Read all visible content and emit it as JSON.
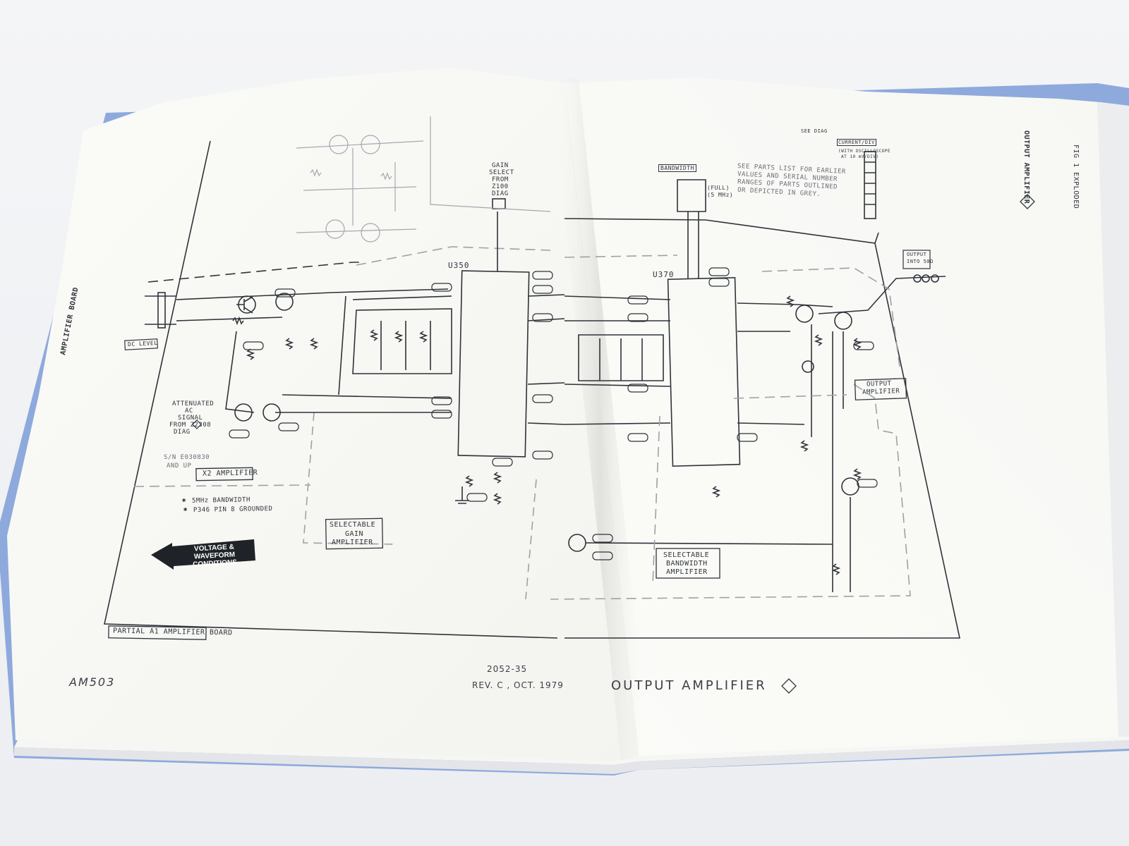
{
  "scene": {
    "description_type": "photo",
    "colors": {
      "binder_blue": "#8ea9dc",
      "page": "#fbfbf8",
      "ink": "#2f343a",
      "grey_ink": "#a4a8ae",
      "background": "#f2f3f5"
    }
  },
  "left_page": {
    "title_box": "PARTIAL A1 AMPLIFIER BOARD",
    "amplifier_box": "X2 AMPLIFIER",
    "gain_box_line1": "SELECTABLE",
    "gain_box_line2": "GAIN",
    "gain_box_line3": "AMPLIFIER",
    "note_1": "5MHz BANDWIDTH",
    "note_2": "P346 PIN 8 GROUNDED",
    "serial_1": "S/N E030830",
    "serial_2": "AND UP",
    "attenuated_1": "ATTENUATED",
    "attenuated_2": "AC",
    "attenuated_3": "SIGNAL",
    "attenuated_4": "FROM Z2308",
    "attenuated_5": "DIAG",
    "dc_level": "DC LEVEL",
    "arrow_line1": "VOLTAGE & WAVEFORM",
    "arrow_line2": "CONDITIONS",
    "gain_select_1": "GAIN",
    "gain_select_2": "SELECT",
    "gain_select_3": "FROM",
    "gain_select_4": "Z100",
    "gain_select_5": "DIAG",
    "ic_label": "U350",
    "side_tab": "AMPLIFIER BOARD",
    "footer_left": "AM503",
    "footer_doc": "2052-35",
    "footer_rev": "REV. C , OCT. 1979"
  },
  "right_page": {
    "bandwidth_box_1": "SELECTABLE",
    "bandwidth_box_2": "BANDWIDTH",
    "bandwidth_box_3": "AMPLIFIER",
    "output_box_1": "OUTPUT",
    "output_box_2": "AMPLIFIER",
    "bandwidth_sw": "BANDWIDTH",
    "full": "(FULL)",
    "mhz": "(5 MHz)",
    "parts_note_1": "SEE PARTS LIST FOR EARLIER",
    "parts_note_2": "VALUES AND SERIAL NUMBER",
    "parts_note_3": "RANGES OF PARTS OUTLINED",
    "parts_note_4": "OR DEPICTED IN GREY.",
    "see_diag": "SEE DIAG",
    "current_div": "CURRENT/DIV",
    "with_osc_1": "(WITH OSCILLOSCOPE",
    "with_osc_2": "AT 10 mV/DIV)",
    "output_into_1": "OUTPUT",
    "output_into_2": "INTO 50Ω",
    "ic_label": "U370",
    "tab_top": "FIG 1 EXPLODED",
    "tab_main": "OUTPUT AMPLIFIER",
    "footer_title": "OUTPUT AMPLIFIER"
  }
}
